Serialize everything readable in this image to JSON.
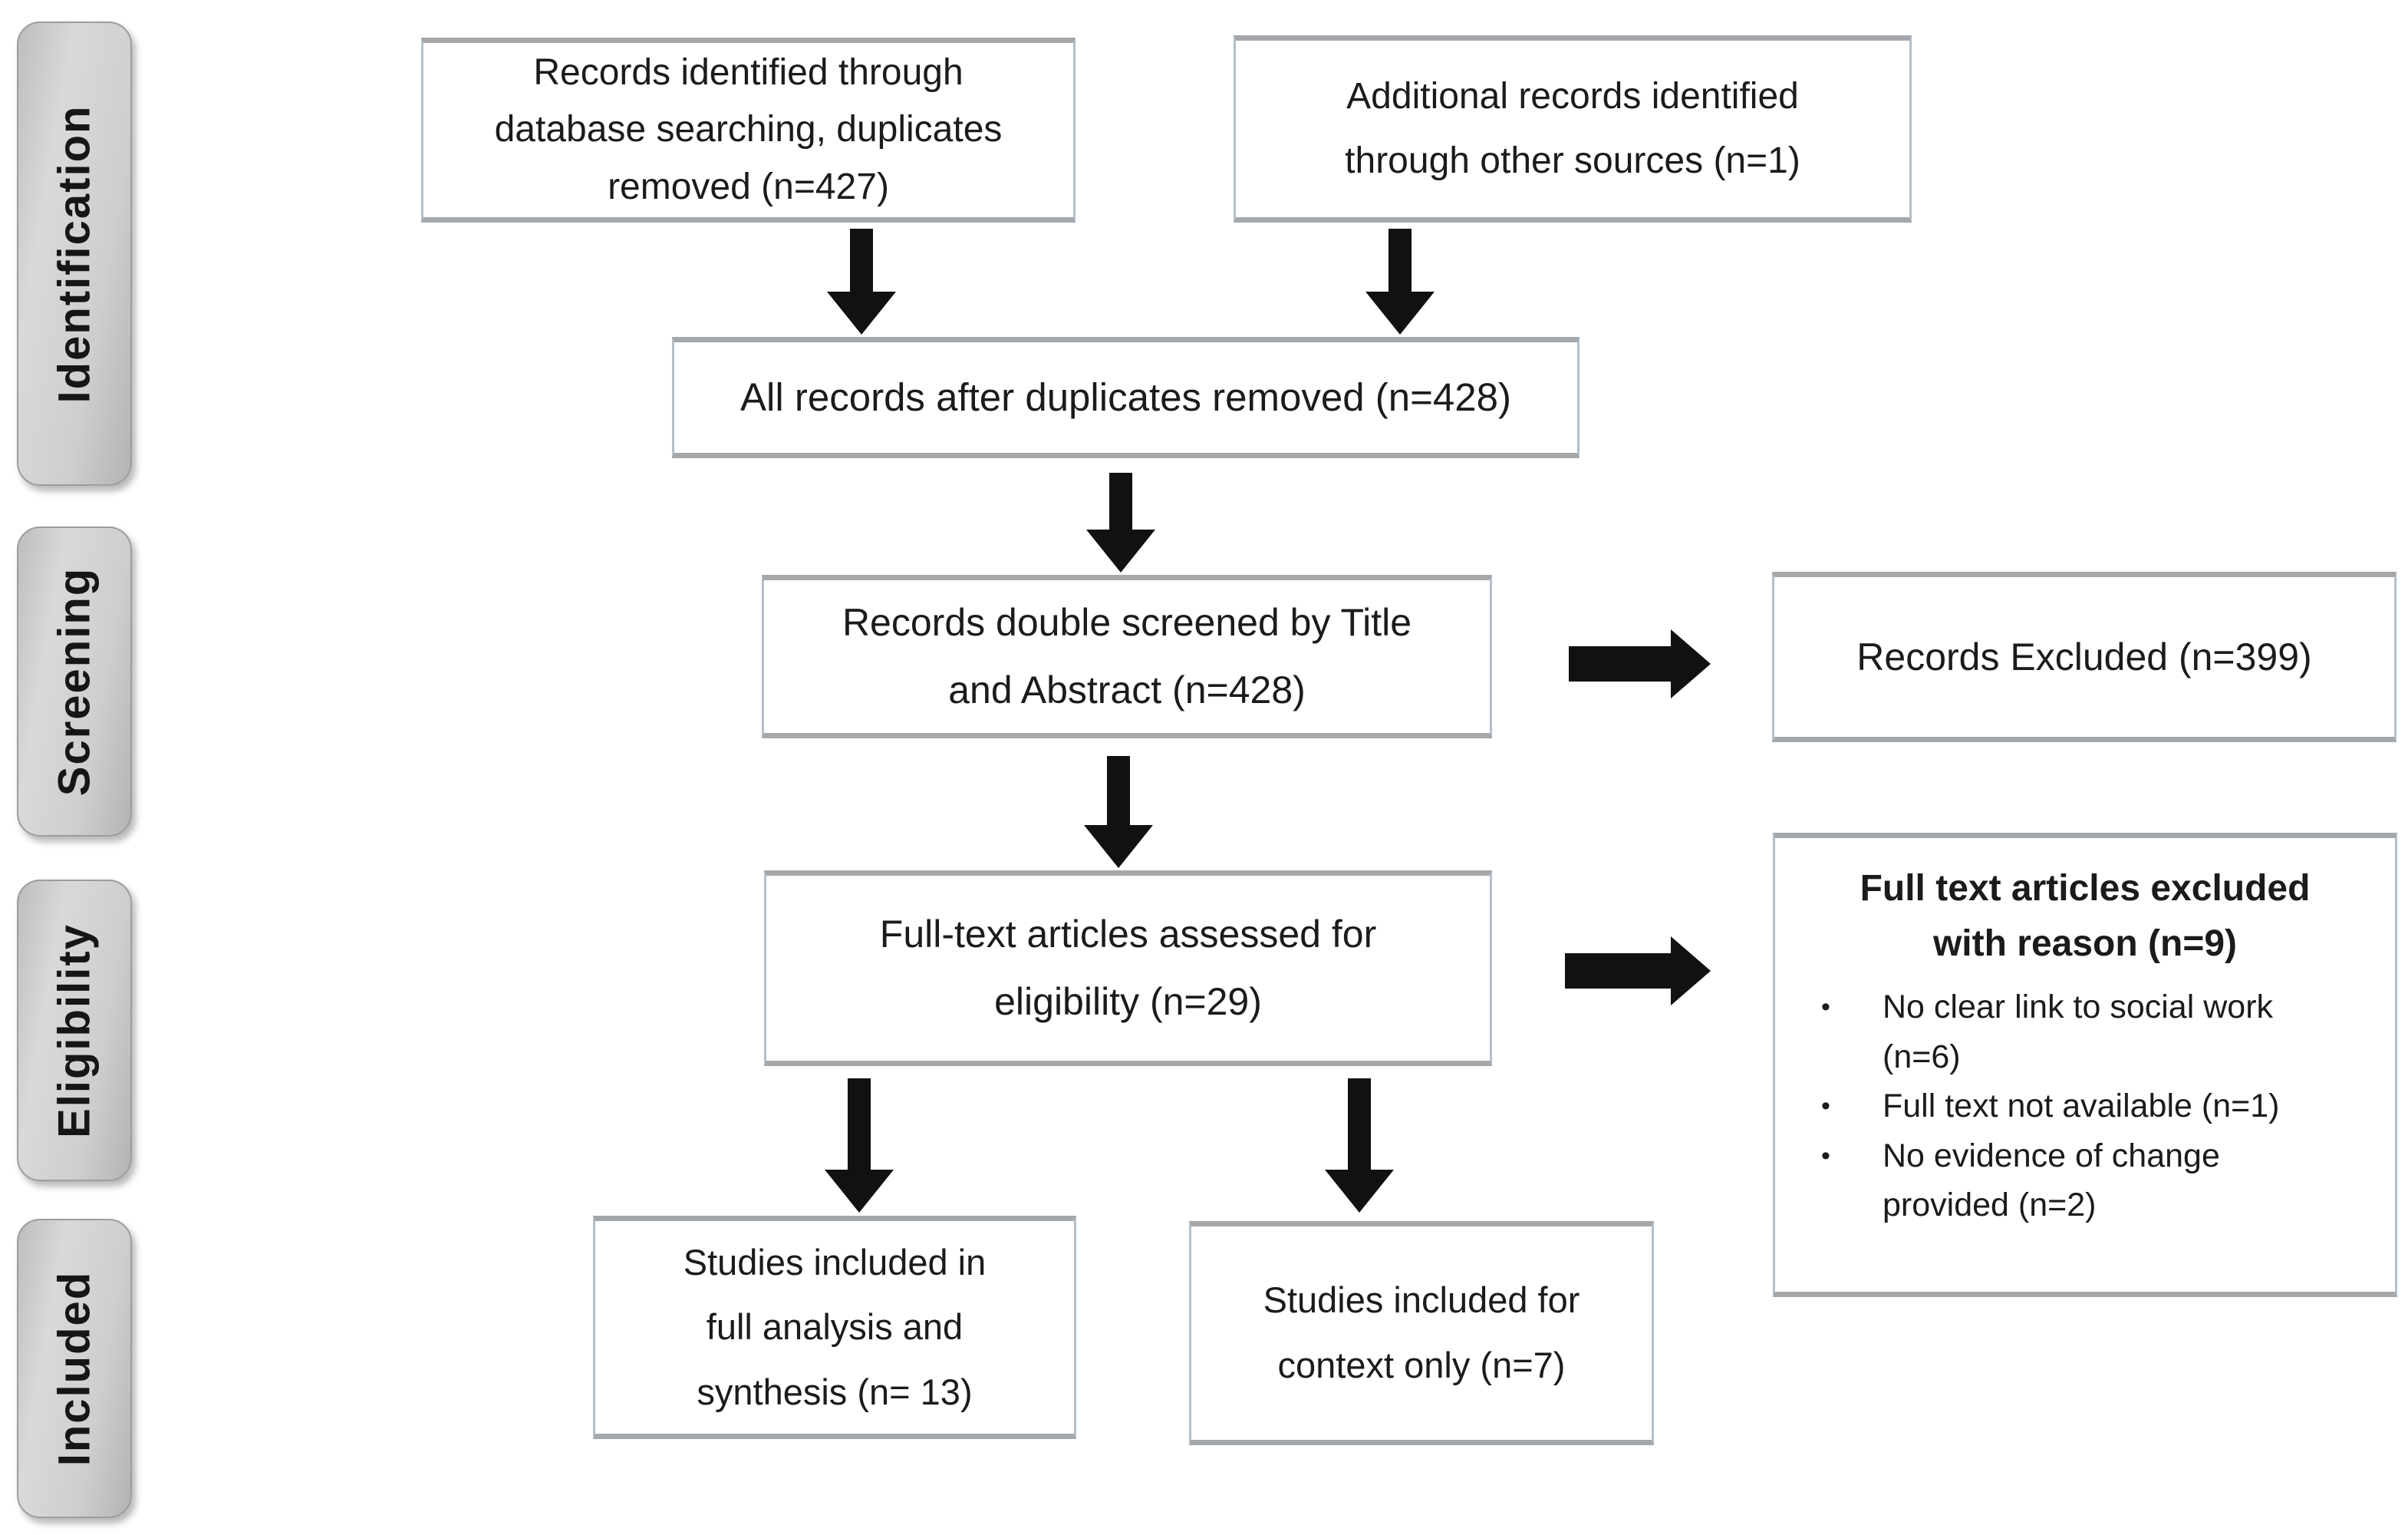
{
  "sidebar": {
    "labels": [
      "Identification",
      "Screening",
      "Eligibility",
      "Included"
    ]
  },
  "boxes": {
    "records_identified": "Records identified through database searching, duplicates removed (n=427)",
    "additional_records": "Additional records identified through other sources (n=1)",
    "all_records": "All records after duplicates removed (n=428)",
    "double_screened": "Records double screened by Title and Abstract (n=428)",
    "records_excluded": "Records Excluded (n=399)",
    "fulltext_assessed": "Full-text articles assessed for eligibility (n=29)",
    "fulltext_excluded_title": "Full text articles excluded with reason (n=9)",
    "fulltext_excluded_reasons": [
      "No clear link to social work (n=6)",
      "Full text not available (n=1)",
      "No evidence of change provided (n=2)"
    ],
    "included_analysis": "Studies included in full analysis and synthesis (n= 13)",
    "included_context": "Studies included for context only (n=7)"
  },
  "icons": {
    "bullet": "•"
  },
  "colors": {
    "arrow": "#111111",
    "sidebar_fill": "#cccccc",
    "box_border_side": "#b3c0ca",
    "box_border_top_bottom": "#a5a8ab",
    "text": "#1b1b1b"
  }
}
